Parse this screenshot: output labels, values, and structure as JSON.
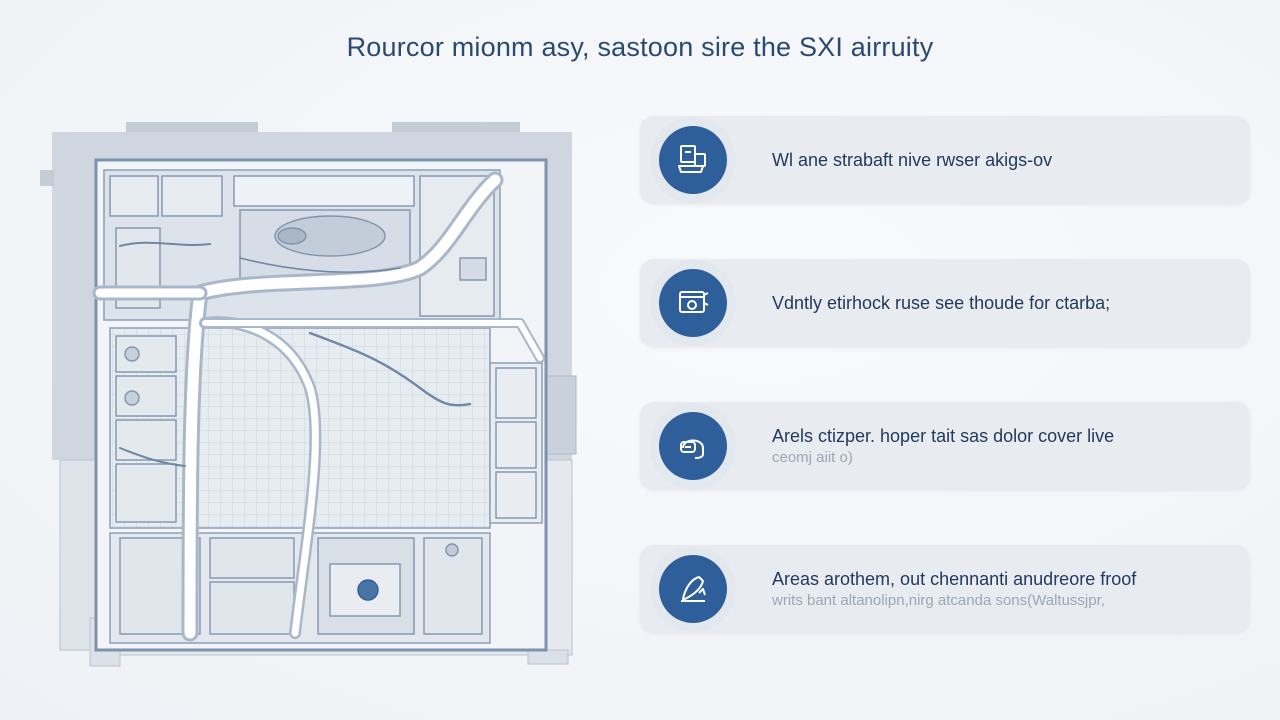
{
  "header": {
    "title": "Rourcor mionm asy, sastoon sire the SXI airruity"
  },
  "features": [
    {
      "icon": "devices-icon",
      "label": "Wl ane strabaft nive rwser akigs-ov",
      "sub": ""
    },
    {
      "icon": "monitor-settings-icon",
      "label": "Vdntly etirhock ruse see thoude for ctarba;",
      "sub": ""
    },
    {
      "icon": "headset-icon",
      "label": "Arels ctizper. hoper tait sas dolor cover live",
      "sub": "ceomj aiit o)"
    },
    {
      "icon": "pen-tool-icon",
      "label": "Areas arothem, out chennanti anudreore froof",
      "sub": "writs bant altanolipn,nirg atcanda sons(Waltussjpr,"
    }
  ],
  "colors": {
    "accent": "#2f5f9b",
    "title": "#2a4a72",
    "card": "#e8ecf1",
    "plan_line": "#7d93ad",
    "plan_fill": "#d3dae3"
  }
}
